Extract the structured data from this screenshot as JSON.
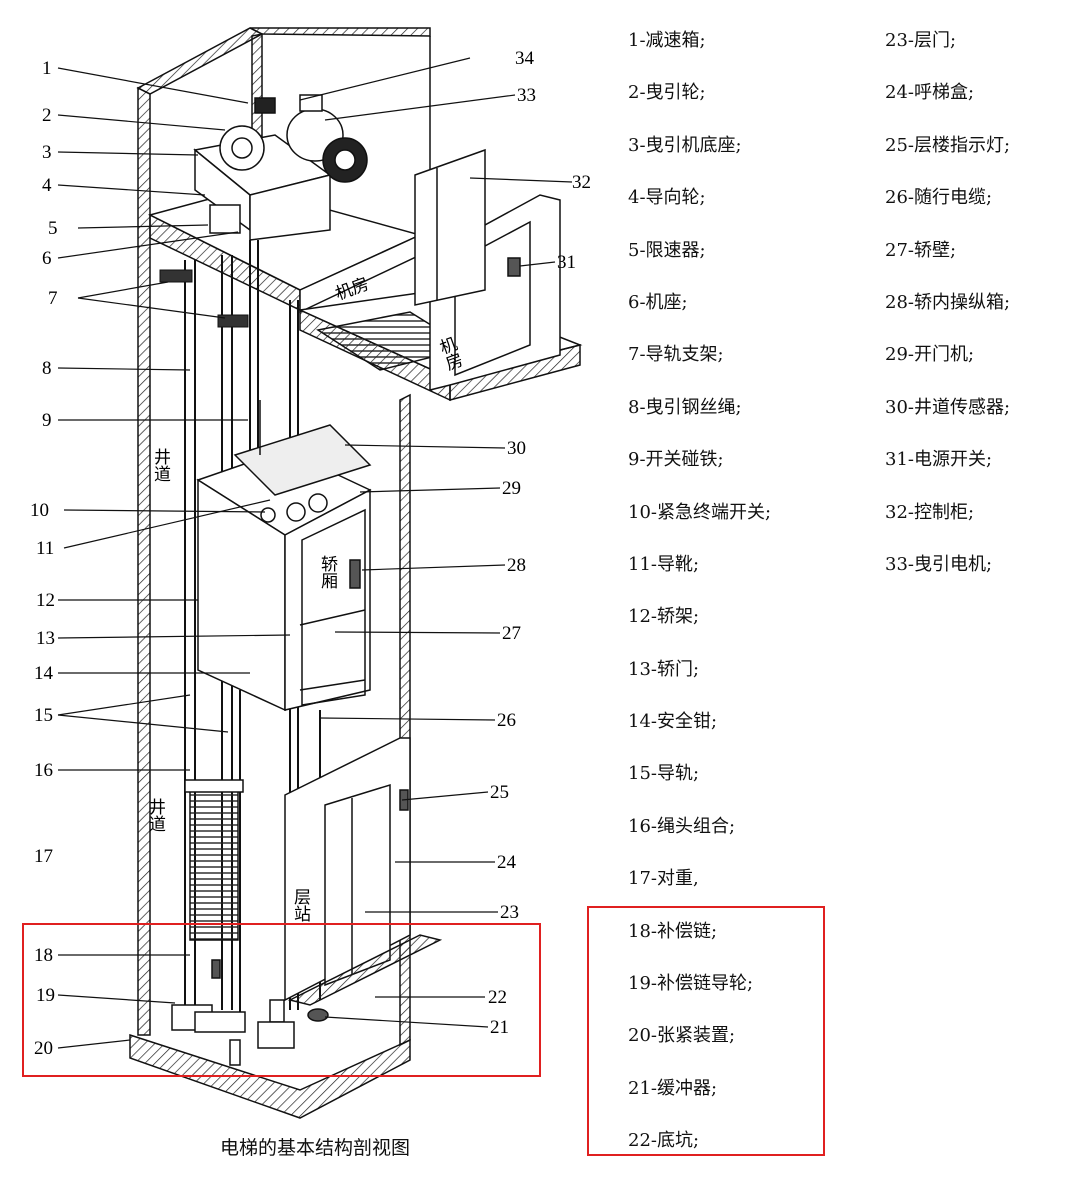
{
  "diagram": {
    "callout_numbers": [
      "1",
      "2",
      "3",
      "4",
      "5",
      "6",
      "7",
      "8",
      "9",
      "10",
      "11",
      "12",
      "13",
      "14",
      "15",
      "16",
      "17",
      "18",
      "19",
      "20",
      "21",
      "22",
      "23",
      "24",
      "25",
      "26",
      "27",
      "28",
      "29",
      "30",
      "31",
      "32",
      "33",
      "34"
    ],
    "labels": {
      "machine_room_roof": "机房",
      "machine_room_side": "机房",
      "shaft_upper": "井道",
      "shaft_lower": "井道",
      "car": "轿厢",
      "landing": "层站"
    },
    "caption": "电梯的基本结构剖视图"
  },
  "legend": {
    "column1": [
      "1-减速箱;",
      "2-曳引轮;",
      "3-曳引机底座;",
      "4-导向轮;",
      "5-限速器;",
      "6-机座;",
      "7-导轨支架;",
      "8-曳引钢丝绳;",
      "9-开关碰铁;",
      "10-紧急终端开关;",
      "11-导靴;",
      "12-轿架;",
      "13-轿门;",
      "14-安全钳;",
      "15-导轨;",
      "16-绳头组合;",
      "17-对重,",
      "18-补偿链;",
      "19-补偿链导轮;",
      "20-张紧装置;",
      "21-缓冲器;",
      "22-底坑;"
    ],
    "column2": [
      "23-层门;",
      "24-呼梯盒;",
      "25-层楼指示灯;",
      "26-随行电缆;",
      "27-轿壁;",
      "28-轿内操纵箱;",
      "29-开门机;",
      "30-井道传感器;",
      "31-电源开关;",
      "32-控制柜;",
      "33-曳引电机;"
    ]
  },
  "highlight_color": "#e02020"
}
